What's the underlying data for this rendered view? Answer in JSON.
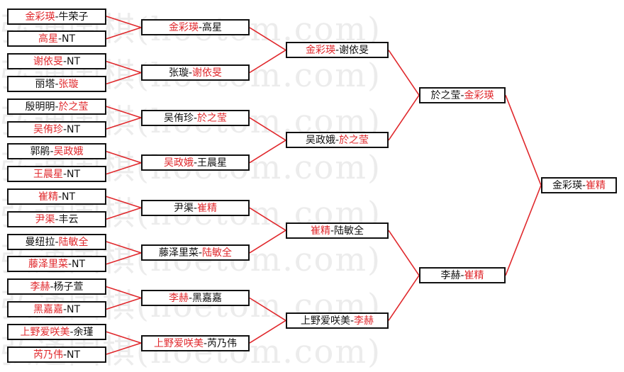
{
  "watermark": "弘通围棋(hoetom.com)",
  "colors": {
    "winner_text": "#e0282c",
    "line": "#e0282c",
    "box_border": "#111111",
    "watermark": "#ececec"
  },
  "rounds": [
    {
      "name": "round-of-32",
      "matches": [
        {
          "a": "金彩瑛",
          "b": "牛荣子",
          "winner": "a"
        },
        {
          "a": "高星",
          "b": "NT",
          "winner": "a"
        },
        {
          "a": "谢依旻",
          "b": "NT",
          "winner": "a"
        },
        {
          "a": "丽塔",
          "b": "张璇",
          "winner": "b"
        },
        {
          "a": "殷明明",
          "b": "於之莹",
          "winner": "b"
        },
        {
          "a": "吴侑珍",
          "b": "NT",
          "winner": "a"
        },
        {
          "a": "郭鹃",
          "b": "吴政娥",
          "winner": "b"
        },
        {
          "a": "王晨星",
          "b": "NT",
          "winner": "a"
        },
        {
          "a": "崔精",
          "b": "NT",
          "winner": "a"
        },
        {
          "a": "尹渠",
          "b": "丰云",
          "winner": "a"
        },
        {
          "a": "曼纽拉",
          "b": "陆敏全",
          "winner": "b"
        },
        {
          "a": "藤泽里菜",
          "b": "NT",
          "winner": "a"
        },
        {
          "a": "李赫",
          "b": "杨子萱",
          "winner": "a"
        },
        {
          "a": "黑嘉嘉",
          "b": "NT",
          "winner": "a"
        },
        {
          "a": "上野爱咲美",
          "b": "余瑾",
          "winner": "a"
        },
        {
          "a": "芮乃伟",
          "b": "NT",
          "winner": "a"
        }
      ]
    },
    {
      "name": "round-of-16",
      "matches": [
        {
          "a": "金彩瑛",
          "b": "高星",
          "winner": "a"
        },
        {
          "a": "张璇",
          "b": "谢依旻",
          "winner": "b"
        },
        {
          "a": "吴侑珍",
          "b": "於之莹",
          "winner": "b"
        },
        {
          "a": "吴政娥",
          "b": "王晨星",
          "winner": "a"
        },
        {
          "a": "尹渠",
          "b": "崔精",
          "winner": "b"
        },
        {
          "a": "藤泽里菜",
          "b": "陆敏全",
          "winner": "b"
        },
        {
          "a": "李赫",
          "b": "黑嘉嘉",
          "winner": "a"
        },
        {
          "a": "上野爱咲美",
          "b": "芮乃伟",
          "winner": "a"
        }
      ]
    },
    {
      "name": "quarterfinal",
      "matches": [
        {
          "a": "金彩瑛",
          "b": "谢依旻",
          "winner": "a"
        },
        {
          "a": "吴政娥",
          "b": "於之莹",
          "winner": "b"
        },
        {
          "a": "崔精",
          "b": "陆敏全",
          "winner": "a"
        },
        {
          "a": "上野爱咲美",
          "b": "李赫",
          "winner": "b"
        }
      ]
    },
    {
      "name": "semifinal",
      "matches": [
        {
          "a": "於之莹",
          "b": "金彩瑛",
          "winner": "b"
        },
        {
          "a": "李赫",
          "b": "崔精",
          "winner": "b"
        }
      ]
    },
    {
      "name": "final",
      "matches": [
        {
          "a": "金彩瑛",
          "b": "崔精",
          "winner": "b"
        }
      ]
    }
  ]
}
